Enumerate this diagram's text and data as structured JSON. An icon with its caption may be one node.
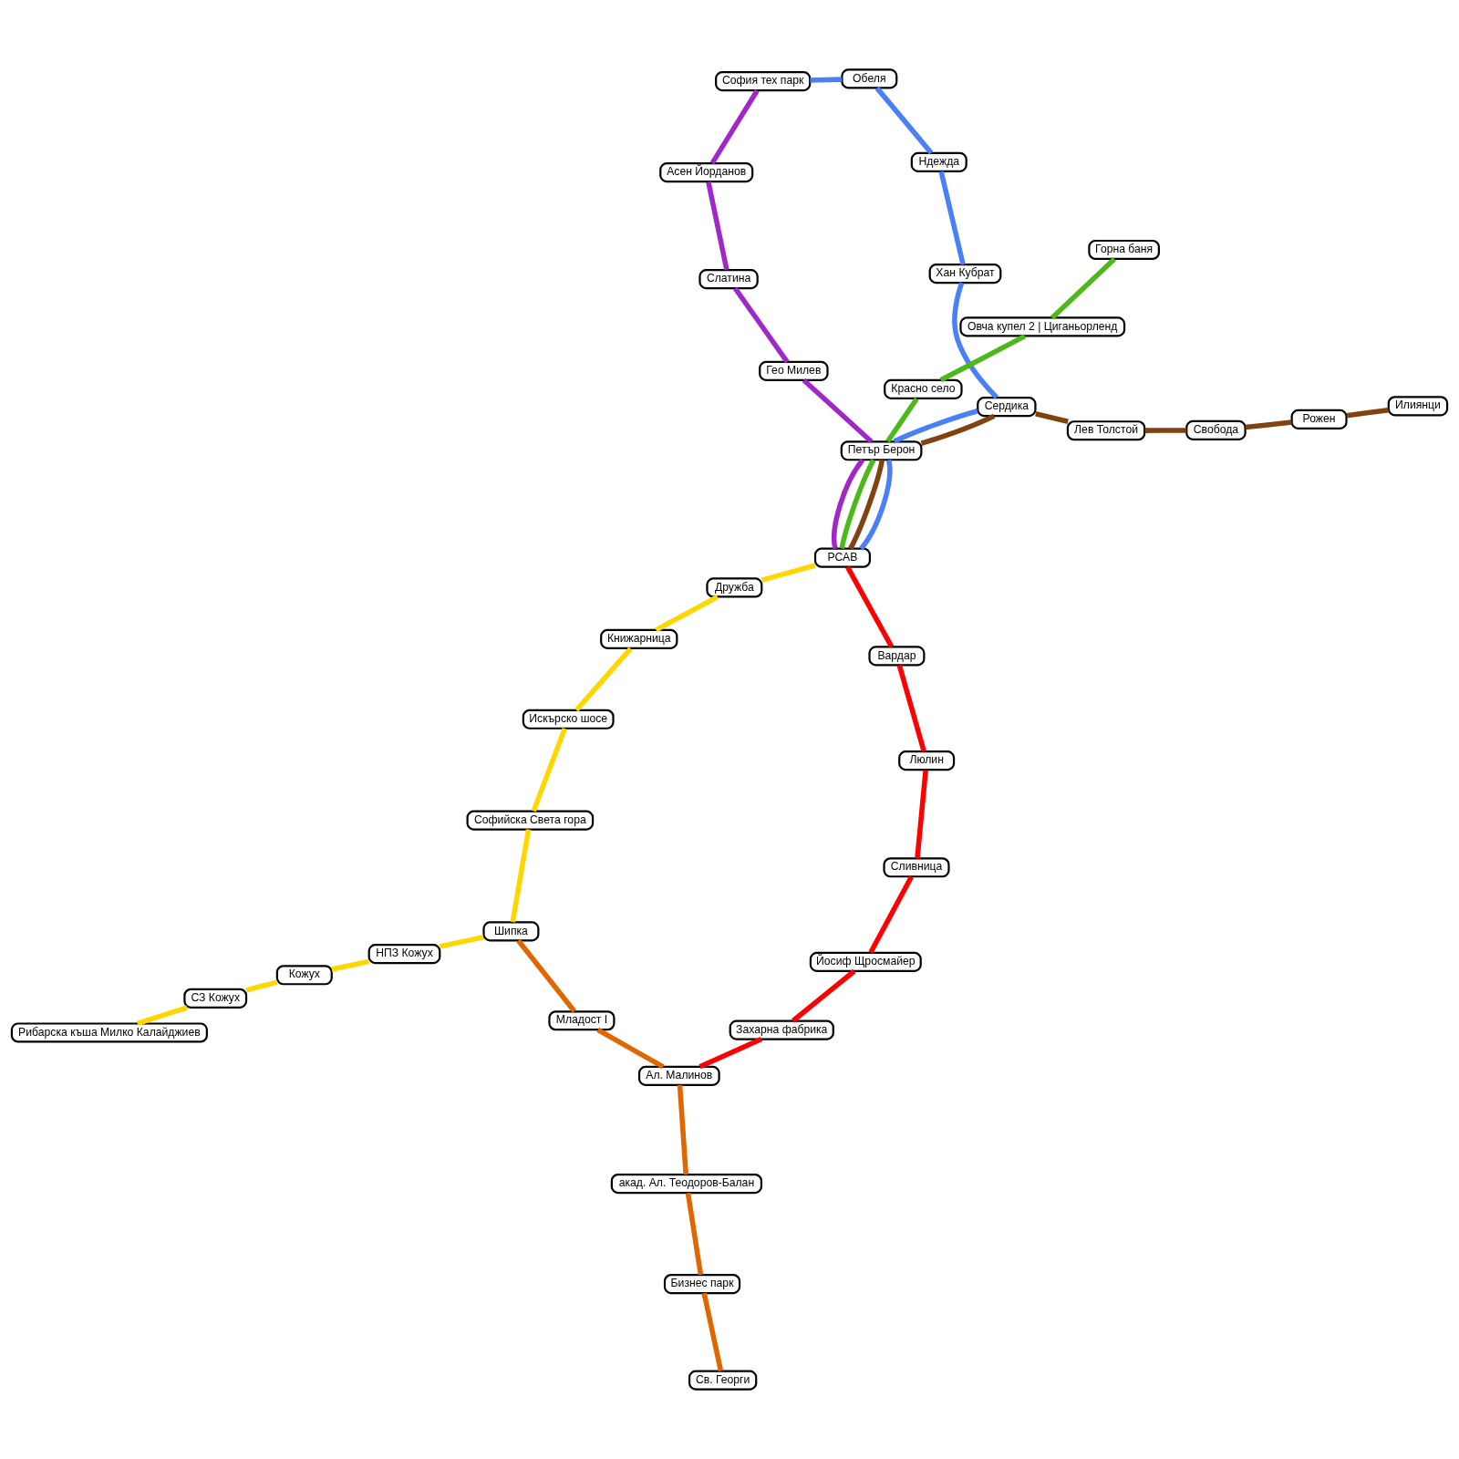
{
  "diagram": {
    "nodes": [
      {
        "text": [
          "Рибарска къша Милко Калайджиев"
        ]
      },
      {
        "text": [
          "СЗ Кожух"
        ]
      },
      {
        "text": [
          "Кожух"
        ]
      },
      {
        "text": [
          "НПЗ Кожух"
        ]
      },
      {
        "text": [
          "Шипка"
        ]
      },
      {
        "text": [
          "Софийска Света гора"
        ]
      },
      {
        "text": [
          "Искърско шосе"
        ]
      },
      {
        "text": [
          "Книжарница"
        ]
      },
      {
        "text": [
          "Дружба"
        ]
      },
      {
        "text": [
          "РСАВ"
        ]
      },
      {
        "text": [
          "Младост I"
        ]
      },
      {
        "text": [
          "Ал. Малинов"
        ]
      },
      {
        "text": [
          "акад. Ал. Теодоров-Балан"
        ]
      },
      {
        "text": [
          "Бизнес парк"
        ]
      },
      {
        "text": [
          "Св. Георги"
        ]
      },
      {
        "text": [
          "Захарна фабрика"
        ]
      },
      {
        "text": [
          "Йосиф Щросмайер"
        ]
      },
      {
        "text": [
          "Сливница"
        ]
      },
      {
        "text": [
          "Люлин"
        ]
      },
      {
        "text": [
          "Вардар"
        ]
      },
      {
        "text": [
          "Петър Берон"
        ]
      },
      {
        "text": [
          "Гео Милев"
        ]
      },
      {
        "text": [
          "Слатина"
        ]
      },
      {
        "text": [
          "Асен Йорданов"
        ]
      },
      {
        "text": [
          "София тех парк"
        ]
      },
      {
        "text": [
          "Сердика"
        ]
      },
      {
        "text": [
          "Хан Кубрат"
        ]
      },
      {
        "text": [
          "Ндежда"
        ]
      },
      {
        "text": [
          "Обеля"
        ]
      },
      {
        "text": [
          "Лев Толстой"
        ]
      },
      {
        "text": [
          "Свобода"
        ]
      },
      {
        "text": [
          "Рожен"
        ]
      },
      {
        "text": [
          "Илиянци"
        ]
      },
      {
        "text": [
          "Красно село"
        ]
      },
      {
        "text": [
          "Овча купел 2 | Циганьорленд"
        ]
      },
      {
        "text": [
          "Горна баня"
        ]
      }
    ],
    "edges": [
      {
        "from": 0,
        "to": 1,
        "arrow": "none",
        "color": "#ffd700"
      },
      {
        "from": 1,
        "to": 2,
        "arrow": "none",
        "color": "#ffd700"
      },
      {
        "from": 2,
        "to": 3,
        "arrow": "none",
        "color": "#ffd700"
      },
      {
        "from": 3,
        "to": 4,
        "arrow": "none",
        "color": "#ffd700"
      },
      {
        "from": 4,
        "to": 5,
        "arrow": "none",
        "color": "#ffd700"
      },
      {
        "from": 5,
        "to": 6,
        "arrow": "none",
        "color": "#ffd700"
      },
      {
        "from": 6,
        "to": 7,
        "arrow": "none",
        "color": "#ffd700"
      },
      {
        "from": 7,
        "to": 8,
        "arrow": "none",
        "color": "#ffd700"
      },
      {
        "from": 8,
        "to": 9,
        "arrow": "none",
        "color": "#ffd700"
      },
      {
        "from": 4,
        "to": 10,
        "arrow": "none",
        "color": "#e06600"
      },
      {
        "from": 10,
        "to": 11,
        "arrow": "none",
        "color": "#e06600"
      },
      {
        "from": 11,
        "to": 12,
        "arrow": "none",
        "color": "#e06600"
      },
      {
        "from": 12,
        "to": 13,
        "arrow": "none",
        "color": "#e06600"
      },
      {
        "from": 13,
        "to": 14,
        "arrow": "none",
        "color": "#e06600"
      },
      {
        "from": 11,
        "to": 15,
        "arrow": "none",
        "color": "#ff0000"
      },
      {
        "from": 15,
        "to": 16,
        "arrow": "none",
        "color": "#ff0000"
      },
      {
        "from": 16,
        "to": 17,
        "arrow": "none",
        "color": "#ff0000"
      },
      {
        "from": 17,
        "to": 18,
        "arrow": "none",
        "color": "#ff0000"
      },
      {
        "from": 18,
        "to": 19,
        "arrow": "none",
        "color": "#ff0000"
      },
      {
        "from": 19,
        "to": 9,
        "arrow": "none",
        "color": "#ff0000"
      },
      {
        "from": 9,
        "to": 20,
        "arrow": "none",
        "color": "#a028c8"
      },
      {
        "from": 20,
        "to": 21,
        "arrow": "none",
        "color": "#a028c8"
      },
      {
        "from": 21,
        "to": 22,
        "arrow": "none",
        "color": "#a028c8"
      },
      {
        "from": 22,
        "to": 23,
        "arrow": "none",
        "color": "#a028c8"
      },
      {
        "from": 23,
        "to": 24,
        "arrow": "none",
        "color": "#a028c8"
      },
      {
        "from": 9,
        "to": 20,
        "arrow": "none",
        "color": "#4a80f5"
      },
      {
        "from": 20,
        "to": 25,
        "arrow": "none",
        "color": "#4a80f5"
      },
      {
        "from": 25,
        "to": 26,
        "arrow": "none",
        "color": "#4a80f5"
      },
      {
        "from": 26,
        "to": 27,
        "arrow": "none",
        "color": "#4a80f5"
      },
      {
        "from": 27,
        "to": 28,
        "arrow": "none",
        "color": "#4a80f5"
      },
      {
        "from": 28,
        "to": 24,
        "arrow": "none",
        "color": "#4a80f5"
      },
      {
        "from": 9,
        "to": 20,
        "arrow": "none",
        "color": "#80420f"
      },
      {
        "from": 20,
        "to": 25,
        "arrow": "none",
        "color": "#80420f"
      },
      {
        "from": 25,
        "to": 29,
        "arrow": "none",
        "color": "#80420f"
      },
      {
        "from": 29,
        "to": 30,
        "arrow": "none",
        "color": "#80420f"
      },
      {
        "from": 30,
        "to": 31,
        "arrow": "none",
        "color": "#80420f"
      },
      {
        "from": 31,
        "to": 32,
        "arrow": "none",
        "color": "#80420f"
      },
      {
        "from": 9,
        "to": 20,
        "arrow": "none",
        "color": "#4cb81a"
      },
      {
        "from": 20,
        "to": 33,
        "arrow": "none",
        "color": "#4cb81a"
      },
      {
        "from": 33,
        "to": 34,
        "arrow": "none",
        "color": "#4cb81a"
      },
      {
        "from": 34,
        "to": 35,
        "arrow": "none",
        "color": "#4cb81a"
      }
    ]
  }
}
